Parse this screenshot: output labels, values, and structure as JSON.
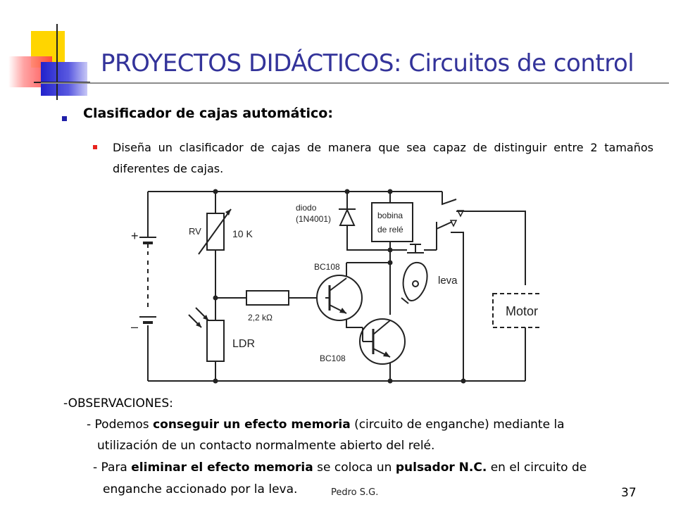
{
  "slide": {
    "title": "PROYECTOS DIDÁCTICOS: Circuitos de control",
    "heading": "Clasificador de cajas automático:",
    "description": "Diseña un clasificador de cajas de manera que sea capaz de distinguir entre 2 tamaños diferentes de cajas.",
    "colors": {
      "title": "#33339a",
      "bullet_blue": "#1f1fa8",
      "bullet_red": "#e8231e",
      "deco_yellow": "#ffd500",
      "deco_blue": "#2222cc",
      "deco_red": "#ff3d3d"
    }
  },
  "circuit": {
    "plus": "+",
    "minus": "–",
    "rv_label": "RV",
    "rv_value": "10 K",
    "diode_label": "diodo",
    "diode_part": "(1N4001)",
    "coil_line1": "bobina",
    "coil_line2": "de relé",
    "transistor1": "BC108",
    "transistor2": "BC108",
    "resistor": "2,2 kΩ",
    "ldr": "LDR",
    "cam": "leva",
    "motor": "Motor"
  },
  "observations": {
    "header": "-OBSERVACIONES:",
    "l1_a": "- Podemos ",
    "l1_b": "conseguir un efecto memoria",
    "l1_c": " (circuito de enganche) mediante la",
    "l2": "utilización de un contacto normalmente abierto del relé.",
    "l3_a": "- Para ",
    "l3_b": "eliminar el efecto memoria",
    "l3_c": " se coloca un ",
    "l3_d": "pulsador N.C.",
    "l3_e": " en el circuito de",
    "l4": "enganche accionado por la leva."
  },
  "footer": {
    "author": "Pedro S.G.",
    "page": "37"
  }
}
